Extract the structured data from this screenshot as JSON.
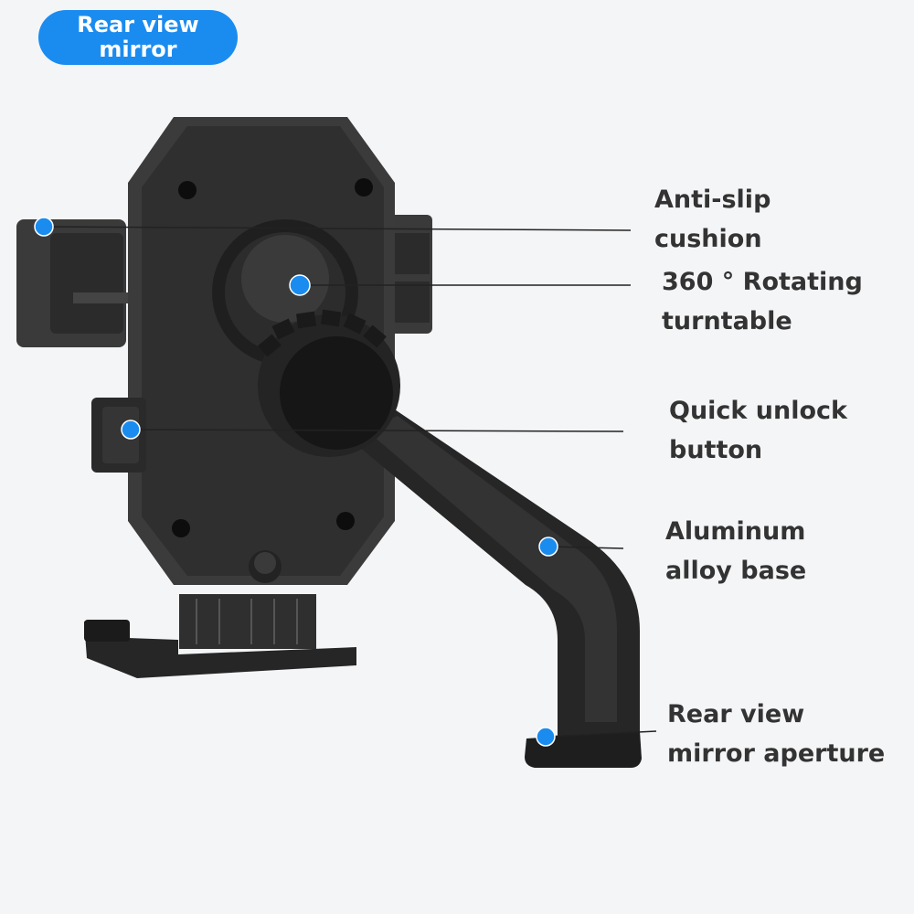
{
  "badge": {
    "line1": "Rear view",
    "line2": "mirror"
  },
  "callouts": [
    {
      "line1": "Anti-slip",
      "line2": "cushion"
    },
    {
      "line1": "360 ° Rotating",
      "line2": "turntable"
    },
    {
      "line1": "Quick unlock",
      "line2": "button"
    },
    {
      "line1": "Aluminum",
      "line2": "alloy base"
    },
    {
      "line1": "Rear view",
      "line2": "mirror aperture"
    }
  ],
  "colors": {
    "badge": "#1a8cf0",
    "marker": "#1a8cf0",
    "text": "#333333",
    "product": "#2b2b2b",
    "background": "#f4f5f7"
  }
}
